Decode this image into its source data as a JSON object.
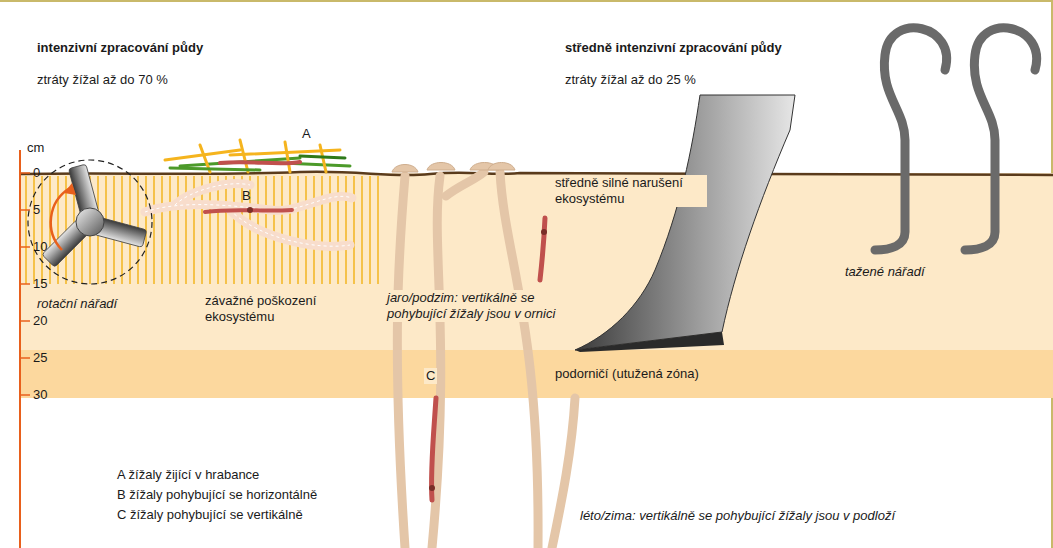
{
  "diagram": {
    "nodes": [
      {
        "text": [
          "podorničí (utužená zóna)"
        ]
      }
    ],
    "labels": [
      "intenzivní zpracování půdy",
      "ztráty žížal až do 70 %",
      "středně intenzivní zpracování půdy",
      "ztráty žížal až do 25 %",
      "cm",
      "0",
      "5",
      "10",
      "15",
      "20",
      "25",
      "30",
      "A",
      "B",
      "C",
      "rotační nářadí",
      "závažné poškození ekosystému",
      "jaro/podzim: vertikálně se pohybující žížaly jsou v ornici",
      "středně silné narušení ekosystému",
      "tažené nářadí",
      "A  žížaly žijící v hrabance",
      "B  žížaly pohybující se horizontálně",
      "C  žížaly pohybující se vertikálně",
      "léto/zima: vertikálně se pohybující žížaly jsou v podloží"
    ]
  }
}
